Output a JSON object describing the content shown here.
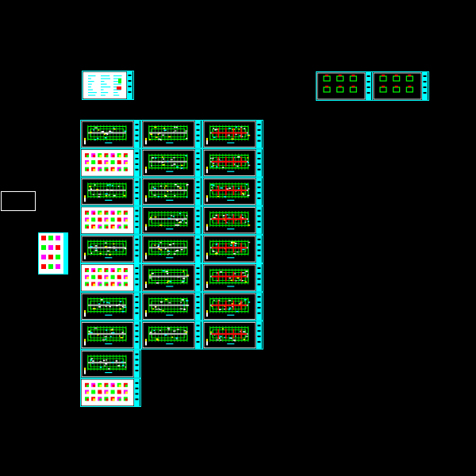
{
  "viewer": {
    "title": "",
    "background": "#000000"
  },
  "colors": {
    "frame": "#ffffff",
    "titleblock": "#00ffff",
    "wall": "#00ff00",
    "column": "#ff0000",
    "accent_yellow": "#ffff00",
    "accent_magenta": "#ff00ff",
    "grey": "#c0c0c0"
  },
  "sheets": {
    "column_a": [
      {
        "kind": "plan"
      },
      {
        "kind": "details"
      },
      {
        "kind": "plan"
      },
      {
        "kind": "details"
      },
      {
        "kind": "plan"
      },
      {
        "kind": "details"
      },
      {
        "kind": "plan"
      },
      {
        "kind": "plan"
      },
      {
        "kind": "plan"
      },
      {
        "kind": "details"
      }
    ],
    "column_b": [
      {
        "kind": "plan"
      },
      {
        "kind": "plan"
      },
      {
        "kind": "plan"
      },
      {
        "kind": "plan"
      },
      {
        "kind": "plan"
      },
      {
        "kind": "plan"
      },
      {
        "kind": "plan"
      },
      {
        "kind": "plan"
      }
    ],
    "column_c": [
      {
        "kind": "plan-red"
      },
      {
        "kind": "plan-red"
      },
      {
        "kind": "plan-red"
      },
      {
        "kind": "plan-red"
      },
      {
        "kind": "plan-red"
      },
      {
        "kind": "plan-red"
      },
      {
        "kind": "plan-red"
      },
      {
        "kind": "plan-red"
      }
    ],
    "cover_sheet": {
      "kind": "notes"
    },
    "detail_sheets_top_right": [
      {
        "kind": "nodes"
      },
      {
        "kind": "nodes"
      }
    ],
    "small_sheet_left": {
      "kind": "details"
    },
    "empty_frame": {
      "kind": "empty"
    }
  }
}
